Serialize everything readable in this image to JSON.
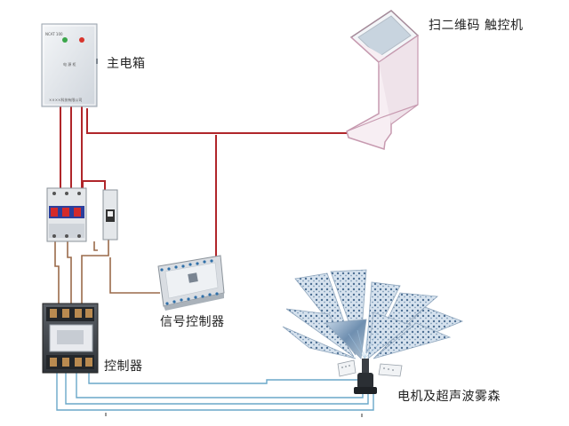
{
  "labels": {
    "main_box": "主电箱",
    "kiosk": "扫二维码  触控机",
    "signal_controller": "信号控制器",
    "controller": "控制器",
    "motor_mist": "电机及超声波雾森"
  },
  "box_plate": {
    "model": "NCAT 100",
    "center": "电 源 柜",
    "footer": "××××科技有限公司"
  },
  "colors": {
    "wire_red": "#b0262a",
    "wire_blue": "#6aa7c9",
    "wire_brown": "#9a6a4a",
    "device_grey": "#d9dde2",
    "breaker_blue": "#2c3f9c",
    "breaker_red": "#d42b2b",
    "kiosk_pink": "#e8c6d4"
  },
  "icons": [
    "main-electrical-box",
    "touch-kiosk",
    "circuit-breaker",
    "signal-controller",
    "contactor",
    "mist-flower-sculpture"
  ]
}
